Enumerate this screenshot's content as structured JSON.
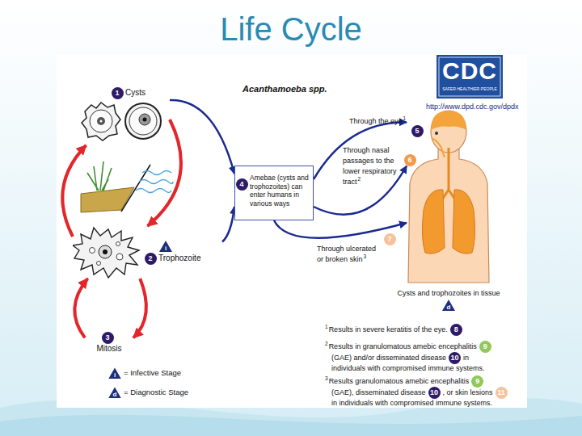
{
  "diagram": {
    "title": "Life Cycle",
    "nodes": [
      {
        "text": [
          "Cysts"
        ]
      },
      {
        "text": [
          "Trophozoite"
        ]
      },
      {
        "text": [
          "Mitosis"
        ]
      },
      {
        "text": [
          "Amebae (cysts and trophozoites) can enter humans in various ways"
        ]
      },
      {
        "text": [
          "Cysts and trophozoites in tissue"
        ]
      }
    ],
    "edges": [
      {
        "from": 0,
        "to": 1,
        "arrow": "to"
      },
      {
        "from": 1,
        "to": 0,
        "arrow": "to"
      },
      {
        "from": 1,
        "to": 2,
        "arrow": "to"
      },
      {
        "from": 2,
        "to": 1,
        "arrow": "to"
      },
      {
        "from": 0,
        "to": 3,
        "arrow": "to"
      },
      {
        "from": 1,
        "to": 3,
        "arrow": "to"
      },
      {
        "from": 3,
        "to": 4,
        "label": "Through the eye",
        "arrow": "to"
      },
      {
        "from": 3,
        "to": 4,
        "label": "Through nasal passages to the lower respiratory tract",
        "arrow": "to"
      },
      {
        "from": 3,
        "to": 4,
        "label": "Through ulcerated or broken skin",
        "arrow": "to"
      }
    ],
    "labels": [
      "Acanthamoeba spp.",
      "CDC",
      "SAFER·HEALTHIER·PEOPLE",
      "http://www.dpd.cdc.gov/dpdx",
      "1",
      "2",
      "i",
      "3",
      "4",
      "5",
      "1",
      "6",
      "2",
      "7",
      "3",
      "d",
      "1",
      "Results in severe keratitis of the eye.",
      "8",
      "2",
      "Results in granulomatous amebic encephalitis",
      "9",
      "(GAE) and/or disseminated disease",
      "10",
      "in",
      "individuals with compromised immune systems.",
      "3",
      "Results granulomatous amebic encephalitis",
      "9",
      "(GAE), disseminated disease",
      "10",
      ", or skin lesions",
      "11",
      "in individuals with compromised immune systems.",
      "i",
      "d"
    ],
    "legend": [
      {
        "text": "= Infective Stage"
      },
      {
        "text": "= Diagnostic Stage"
      }
    ]
  }
}
